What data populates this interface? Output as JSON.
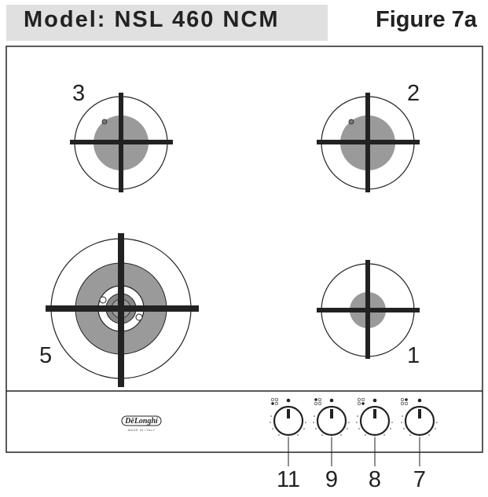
{
  "header": {
    "model_label": "Model: NSL 460 NCM",
    "figure_label": "Figure 7a"
  },
  "burners": {
    "top_left": "3",
    "top_right": "2",
    "bottom_left": "5",
    "bottom_right": "1"
  },
  "knobs": [
    "11",
    "9",
    "8",
    "7"
  ],
  "brand": {
    "logo": "DēLonghi",
    "made_in": "MADE IN ITALY"
  },
  "colors": {
    "line": "#222222",
    "burner_fill": "#9a9a9a",
    "model_bg": "#e0e0e0"
  }
}
